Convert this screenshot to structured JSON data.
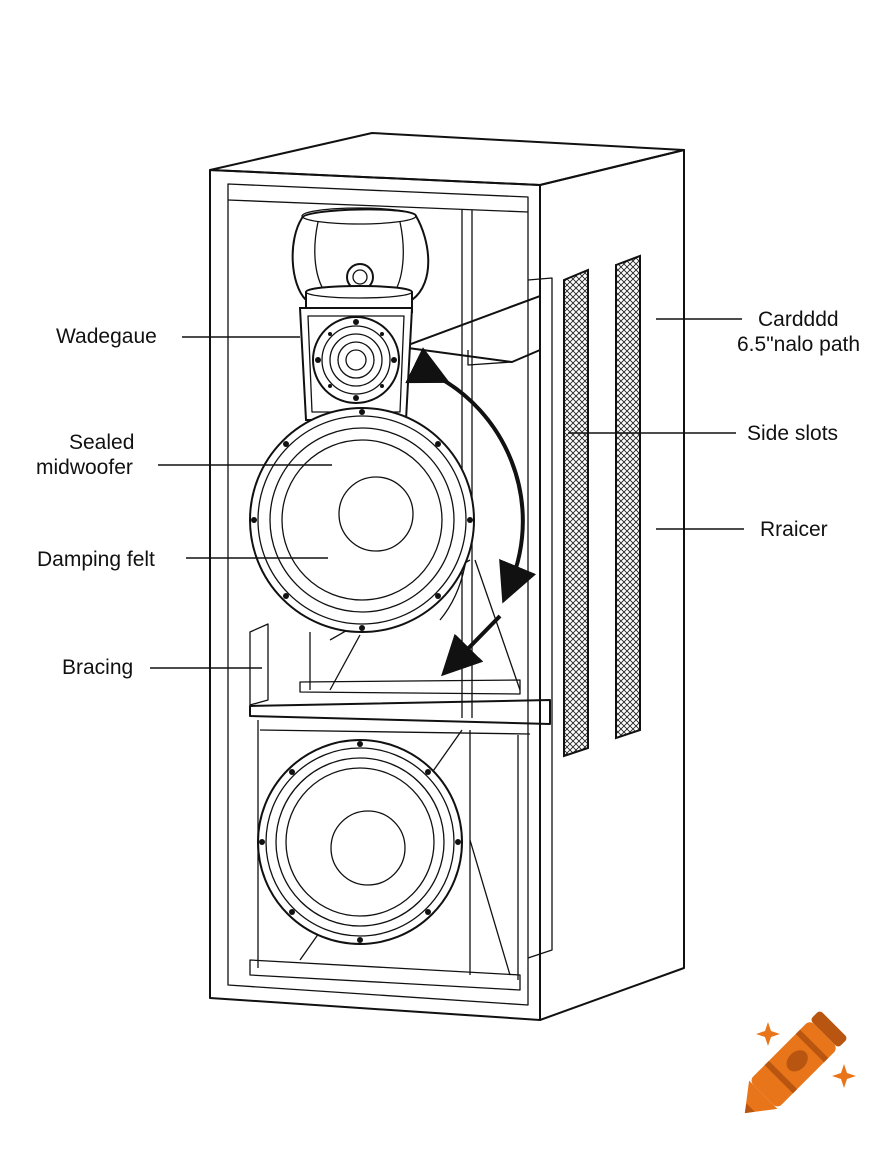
{
  "labels": {
    "wadegaue": "Wadegaue",
    "sealed_midwoofer_line1": "Sealed",
    "sealed_midwoofer_line2": "midwoofer",
    "damping_felt": "Damping felt",
    "bracing": "Bracing",
    "cardddd_line1": "Cardddd",
    "cardddd_line2": "6.5\"nalo path",
    "side_slots": "Side slots",
    "rraicer": "Rraicer"
  },
  "colors": {
    "line": "#111111",
    "background": "#ffffff",
    "crayon_orange": "#e8751a",
    "crayon_dark": "#b85510",
    "sparkle": "#e8751a"
  },
  "icons": [
    "crayon-logo-icon",
    "sparkle-icon"
  ]
}
